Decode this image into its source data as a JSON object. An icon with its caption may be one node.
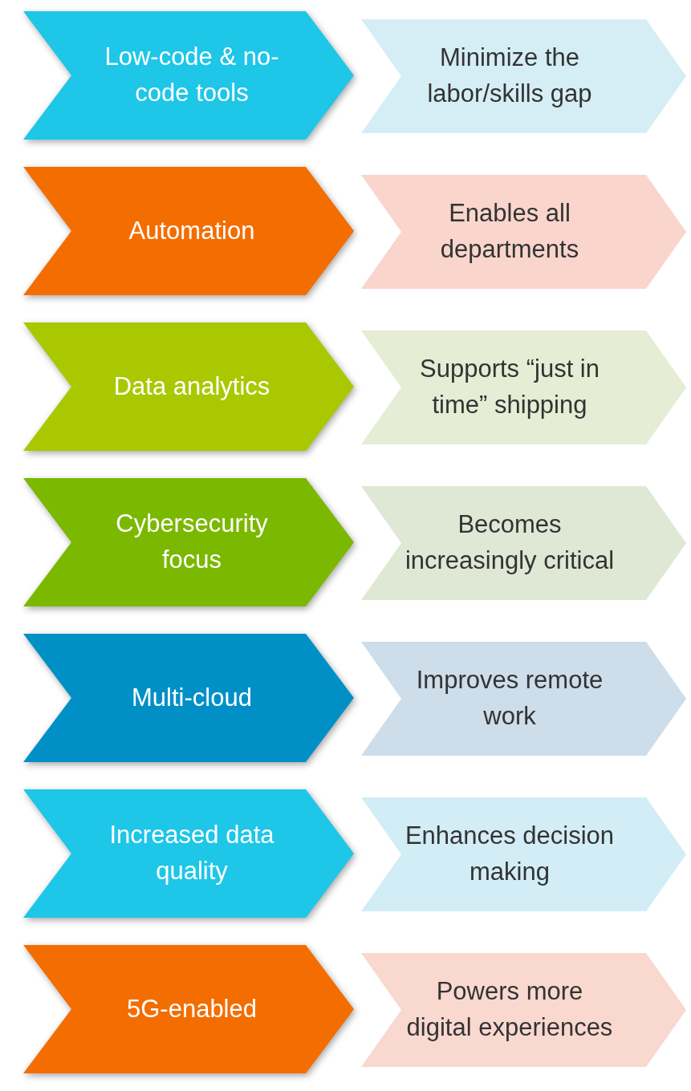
{
  "diagram": {
    "nodes": [
      {
        "text": [
          "Low-code & no-code tools"
        ]
      },
      {
        "text": [
          "Minimize the labor/skills gap"
        ]
      },
      {
        "text": [
          "Automation"
        ]
      },
      {
        "text": [
          "Enables all departments"
        ]
      },
      {
        "text": [
          "Data analytics"
        ]
      },
      {
        "text": [
          "Supports “just in time” shipping"
        ]
      },
      {
        "text": [
          "Cybersecurity focus"
        ]
      },
      {
        "text": [
          "Becomes increasingly critical"
        ]
      },
      {
        "text": [
          "Multi-cloud"
        ]
      },
      {
        "text": [
          "Improves remote work"
        ]
      },
      {
        "text": [
          "Increased data quality"
        ]
      },
      {
        "text": [
          "Enhances decision making"
        ]
      },
      {
        "text": [
          "5G-enabled"
        ]
      },
      {
        "text": [
          "Powers more digital experiences"
        ]
      }
    ]
  }
}
